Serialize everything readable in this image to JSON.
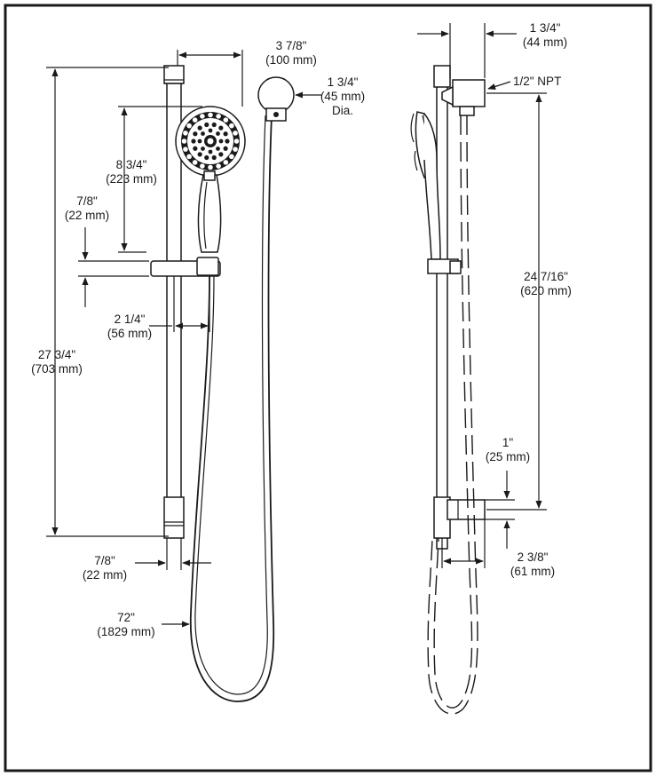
{
  "dimensions": {
    "hand_shower_offset_in": "3 7/8\"",
    "hand_shower_offset_mm": "(100 mm)",
    "hand_shower_diameter_in": "1 3/4\"",
    "hand_shower_diameter_mm": "(45 mm)",
    "hand_shower_diameter_suffix": "Dia.",
    "head_height_in": "8 3/4\"",
    "head_height_mm": "(223 mm)",
    "slider_height_in": "7/8\"",
    "slider_height_mm": "(22 mm)",
    "slider_width_in": "2 1/4\"",
    "slider_width_mm": "(56 mm)",
    "bar_length_in": "27 3/4\"",
    "bar_length_mm": "(703 mm)",
    "bar_diameter_in": "7/8\"",
    "bar_diameter_mm": "(22 mm)",
    "hose_length_in": "72\"",
    "hose_length_mm": "(1829 mm)",
    "wall_supply_offset_in": "1 3/4\"",
    "wall_supply_offset_mm": "(44 mm)",
    "supply_thread": "1/2\" NPT",
    "mount_spacing_in": "24 7/16\"",
    "mount_spacing_mm": "(620 mm)",
    "bracket_height_in": "1\"",
    "bracket_height_mm": "(25 mm)",
    "bracket_depth_in": "2 3/8\"",
    "bracket_depth_mm": "(61 mm)"
  }
}
